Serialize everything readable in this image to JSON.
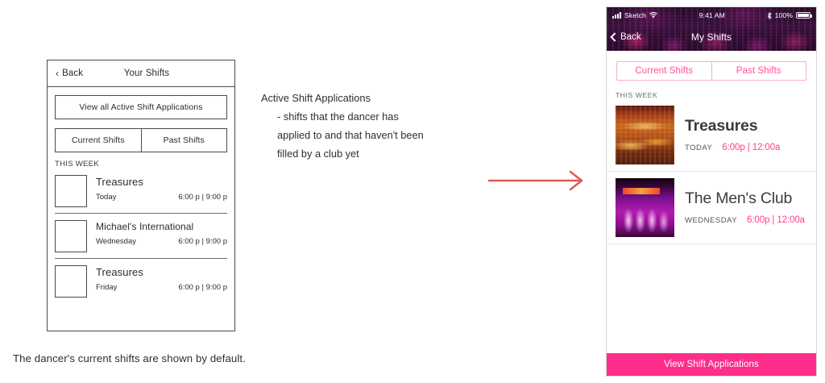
{
  "wireframe": {
    "navbar": {
      "back_label": "Back",
      "title": "Your Shifts",
      "chevron": "chevron-left-icon"
    },
    "view_applications_button": "View all Active Shift Applications",
    "segmented": [
      {
        "label": "Current Shifts"
      },
      {
        "label": "Past Shifts"
      }
    ],
    "section_label": "THIS WEEK",
    "rows": [
      {
        "club": "Treasures",
        "day": "Today",
        "time": "6:00 p | 9:00 p"
      },
      {
        "club": "Michael's International",
        "day": "Wednesday",
        "time": "6:00 p | 9:00 p"
      },
      {
        "club": "Treasures",
        "day": "Friday",
        "time": "6:00 p | 9:00 p"
      }
    ]
  },
  "annotation": {
    "line1": "Active Shift Applications",
    "line2": "- shifts that the dancer has",
    "line3": "applied to and that haven't been",
    "line4": "filled by a club yet"
  },
  "arrow": {
    "name": "right-arrow",
    "color": "#e25a55"
  },
  "caption": "The dancer's current shifts are shown by default.",
  "phone": {
    "status_bar": {
      "carrier": "Sketch",
      "signal": "signal-bars-icon",
      "wifi": "wifi-icon",
      "time": "9:41 AM",
      "bluetooth": "bluetooth-icon",
      "battery_percent": "100%",
      "battery": "battery-full-icon"
    },
    "navbar": {
      "back_label": "Back",
      "title": "My Shifts",
      "chevron": "chevron-left-icon"
    },
    "segmented": [
      {
        "label": "Current Shifts",
        "selected": true
      },
      {
        "label": "Past Shifts",
        "selected": false
      }
    ],
    "section_label": "THIS WEEK",
    "cards": [
      {
        "club": "Treasures",
        "day": "TODAY",
        "time": "6:00p | 12:00a",
        "thumb": "treasures-venue-photo"
      },
      {
        "club": "The Men's Club",
        "day": "WEDNESDAY",
        "time": "6:00p | 12:00a",
        "thumb": "mens-club-venue-photo"
      }
    ],
    "cta_label": "View Shift Applications",
    "colors": {
      "accent_pink": "#ff2d8a",
      "time_pink": "#ff3d8f",
      "segment_border": "#f9aecd",
      "segment_text": "#ff4f9a"
    }
  }
}
